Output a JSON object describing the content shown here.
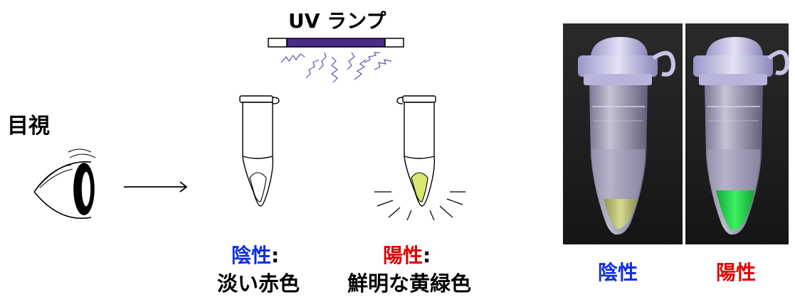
{
  "uv_lamp_title": "UV ランプ",
  "visual_label": "目視",
  "negative": {
    "label": "陰性",
    "colon": ":",
    "description": "淡い赤色",
    "color": "#1030e0"
  },
  "positive": {
    "label": "陽性",
    "colon": ":",
    "description": "鮮明な黄緑色",
    "color": "#e00000",
    "tube_fill": "#d8e870"
  },
  "photo": {
    "negative_caption": "陰性",
    "positive_caption": "陽性",
    "positive_liquid": "#22dd44"
  },
  "colors": {
    "uv_bar": "#4a2a8a",
    "uv_rays": "#6a4ab0"
  }
}
